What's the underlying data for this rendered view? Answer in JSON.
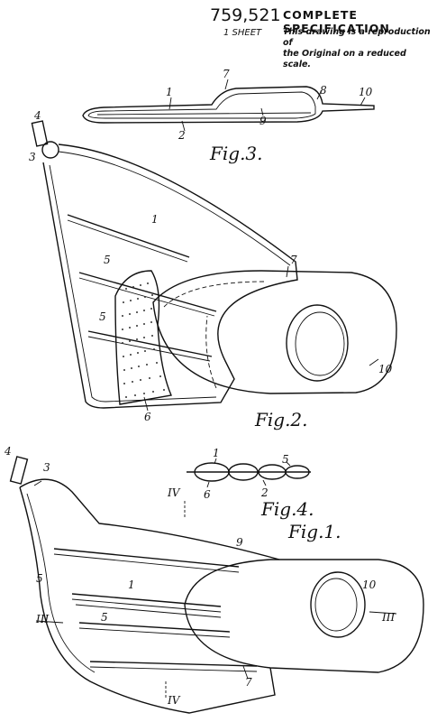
{
  "header": {
    "number": "759,521",
    "title": "COMPLETE SPECIFICATION",
    "sheet": "1 SHEET",
    "note_line1": "This drawing is a reproduction of",
    "note_line2": "the Original on a reduced scale."
  },
  "figures": {
    "fig3": "Fig.3.",
    "fig2": "Fig.2.",
    "fig4": "Fig.4.",
    "fig1": "Fig.1."
  },
  "labels": {
    "l1": "1",
    "l2": "2",
    "l3": "3",
    "l4": "4",
    "l5": "5",
    "l6": "6",
    "l7": "7",
    "l8": "8",
    "l9": "9",
    "l10": "10",
    "sec_iv": "IV",
    "sec_iii": "III"
  }
}
